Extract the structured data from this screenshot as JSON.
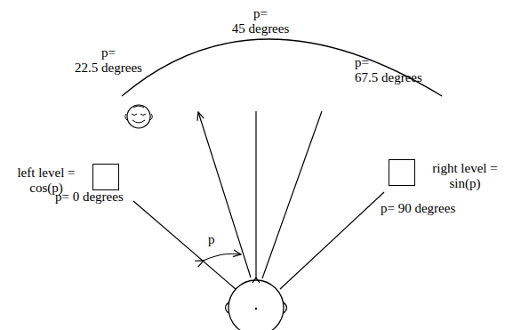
{
  "diagram": {
    "nodes": [
      {
        "text": [
          "left level = cos(p)"
        ]
      },
      {
        "text": [
          "right level = sin(p)"
        ]
      }
    ],
    "labels": [
      "p= 45 degrees",
      "p= 22.5 degrees",
      "p= 67.5 degrees",
      "p= 0 degrees",
      "p= 90 degrees",
      "p"
    ]
  }
}
